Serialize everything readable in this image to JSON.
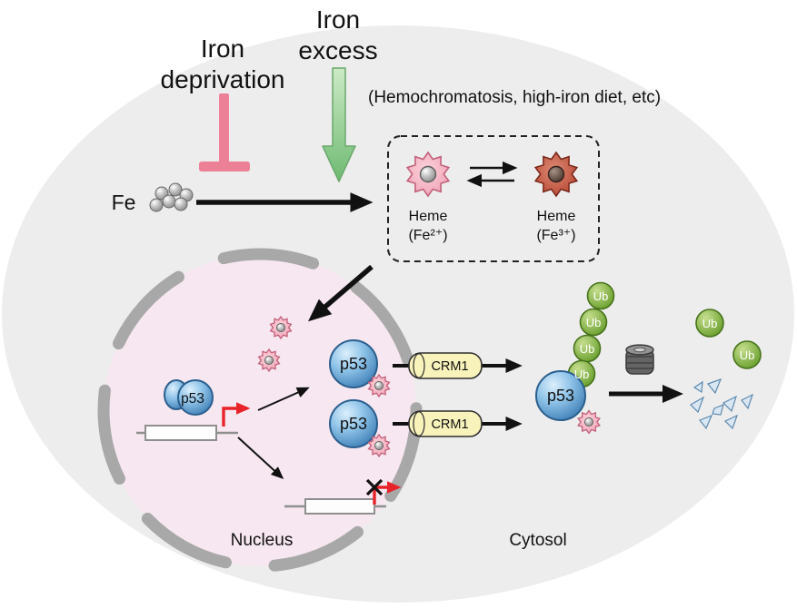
{
  "labels": {
    "iron_deprivation": {
      "line1": "Iron",
      "line2": "deprivation"
    },
    "iron_excess": {
      "line1": "Iron",
      "line2": "excess"
    },
    "condition_note": "(Hemochromatosis, high-iron diet, etc)",
    "fe": "Fe",
    "heme_fe2": {
      "line1": "Heme",
      "line2": "(Fe²⁺)"
    },
    "heme_fe3": {
      "line1": "Heme",
      "line2": "(Fe³⁺)"
    },
    "p53": "p53",
    "crm1": "CRM1",
    "ub": "Ub",
    "nucleus": "Nucleus",
    "cytosol": "Cytosol"
  },
  "colors": {
    "cell_background": "#ededed",
    "nucleus_fill": "#f7e7f0",
    "nucleus_envelope": "#a8a8a8",
    "p53_blue": "#3c7cb4",
    "ubiquitin_green": "#649c28",
    "crm1_yellow": "#f8f2bb",
    "heme_pink": "#ef9db2",
    "heme_oxidized_red": "#b23f2c",
    "inhibition_bar_pink": "#ec8096",
    "excess_arrow_green": "#6fba72",
    "promoter_arrow_red": "#e8232a",
    "fragment_blue": "#d9e7f3"
  }
}
